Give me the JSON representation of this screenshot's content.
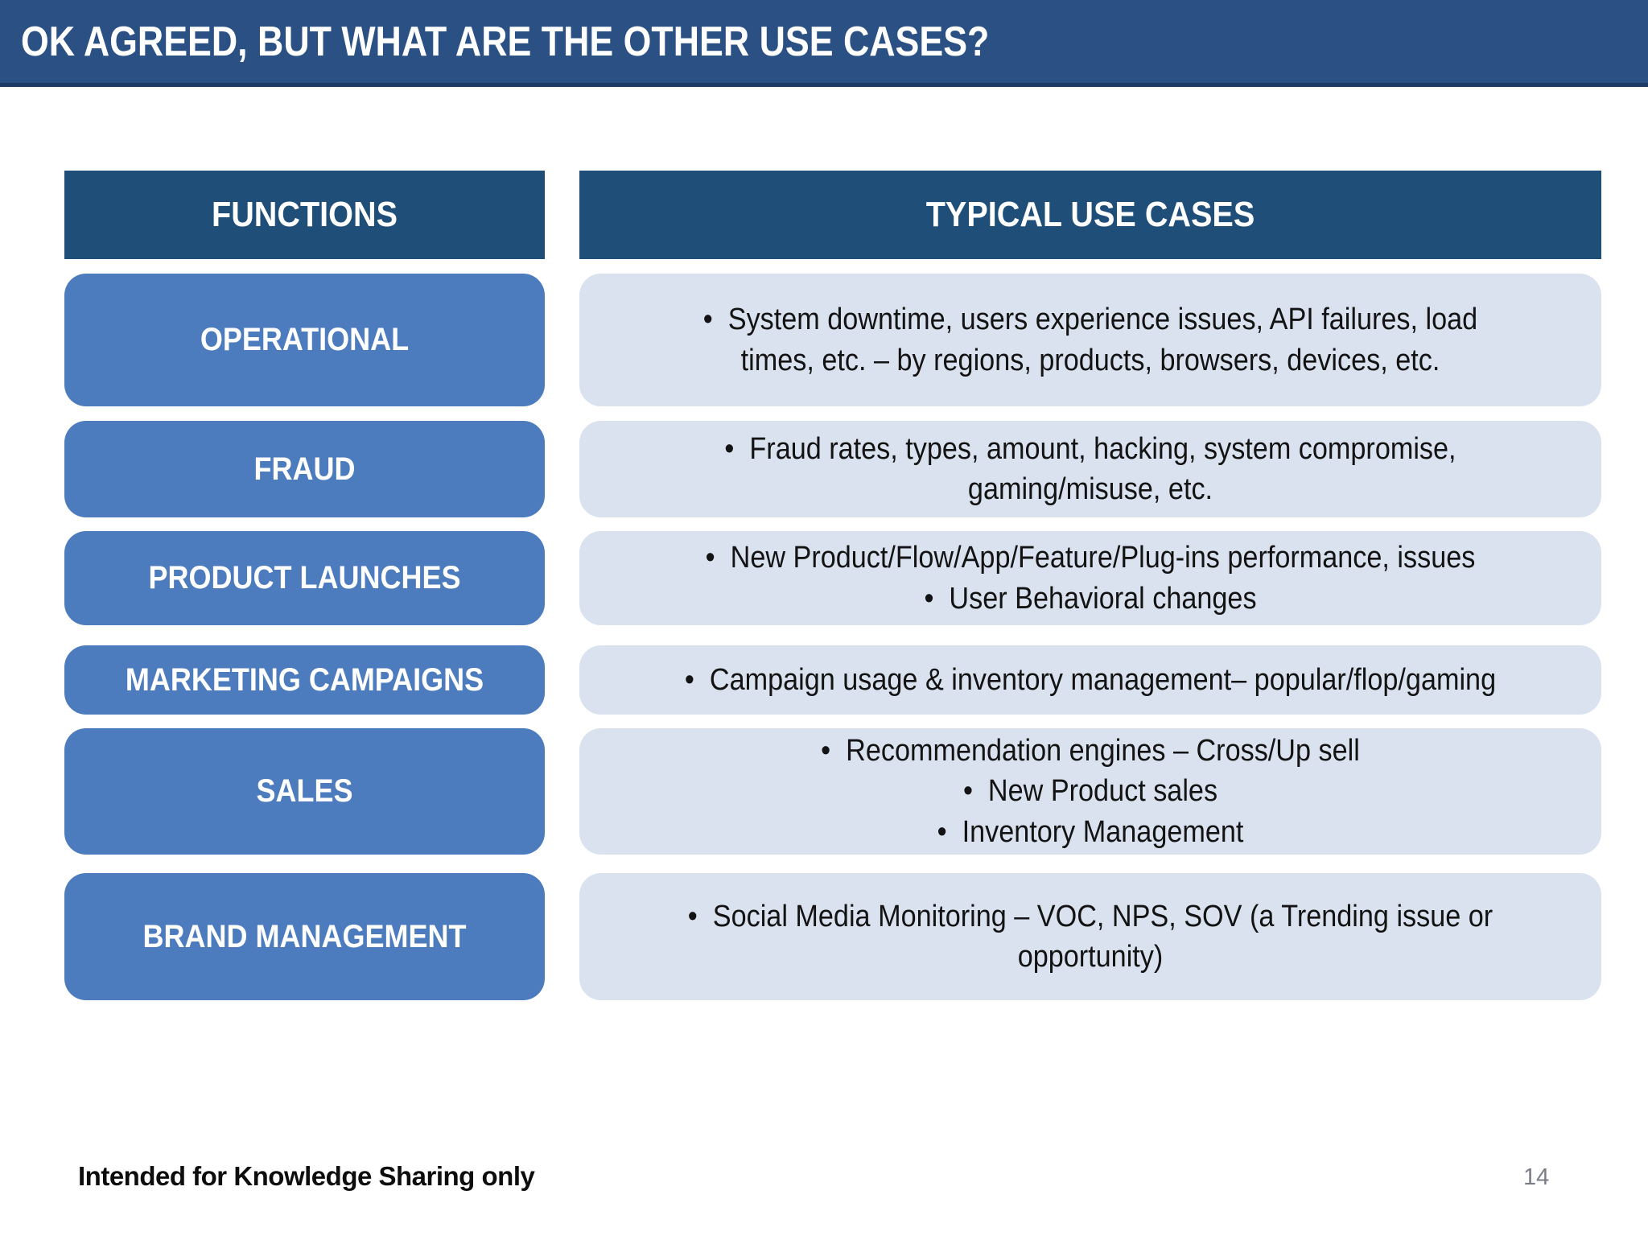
{
  "slide": {
    "title": "OK AGREED, BUT WHAT ARE THE OTHER USE CASES?",
    "footer_note": "Intended for Knowledge Sharing only",
    "page_number": "14"
  },
  "table": {
    "headers": {
      "functions": "FUNCTIONS",
      "use_cases": "TYPICAL USE CASES"
    },
    "rows": [
      {
        "function": "OPERATIONAL",
        "bullets": [
          "System downtime, users experience issues, API failures, load\ntimes, etc. – by regions, products, browsers, devices, etc."
        ]
      },
      {
        "function": "FRAUD",
        "bullets": [
          "Fraud rates, types, amount, hacking, system compromise,\ngaming/misuse, etc."
        ]
      },
      {
        "function": "PRODUCT LAUNCHES",
        "bullets": [
          "New Product/Flow/App/Feature/Plug-ins performance, issues",
          "User Behavioral changes"
        ]
      },
      {
        "function": "MARKETING CAMPAIGNS",
        "bullets": [
          "Campaign usage & inventory management– popular/flop/gaming"
        ]
      },
      {
        "function": "SALES",
        "bullets": [
          "Recommendation engines – Cross/Up sell",
          "New Product sales",
          "Inventory Management"
        ]
      },
      {
        "function": "BRAND MANAGEMENT",
        "bullets": [
          "Social Media Monitoring – VOC, NPS, SOV (a Trending issue or\nopportunity)"
        ]
      }
    ]
  },
  "colors": {
    "title_bar_bg": "#2B5184",
    "header_bg": "#1F4E79",
    "function_button_bg": "#4C7CBD",
    "use_case_box_bg": "#DAE2F0"
  }
}
